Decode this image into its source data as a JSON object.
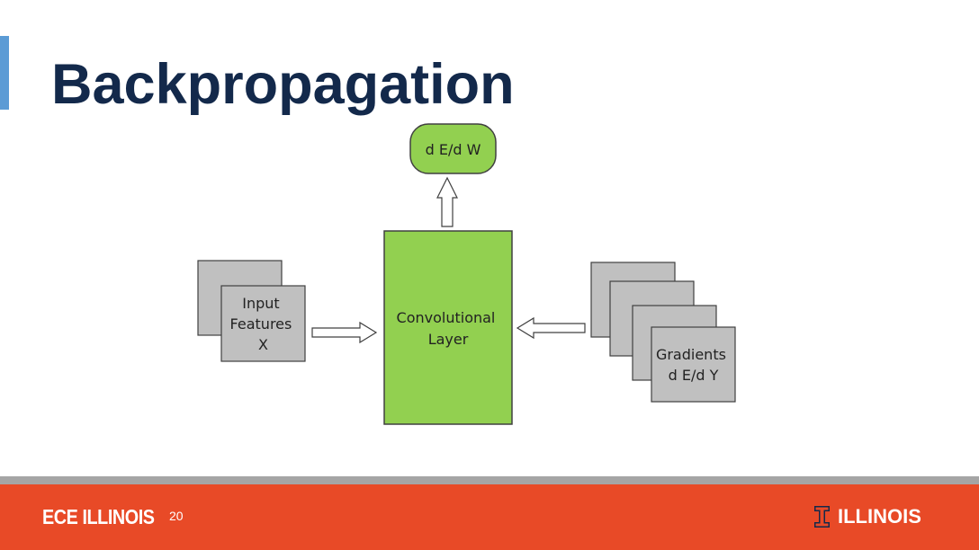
{
  "slide": {
    "title": "Backpropagation",
    "page_number": "20"
  },
  "diagram": {
    "output_node": {
      "label": "d E/d W"
    },
    "layer_node": {
      "label_lines": [
        "Convolutional",
        "Layer"
      ]
    },
    "input_node": {
      "label_lines": [
        "Input",
        "Features",
        "X"
      ]
    },
    "gradient_node": {
      "label_lines": [
        "Gradients",
        "d E/d Y"
      ]
    },
    "colors": {
      "layer_fill": "#92d050",
      "output_fill": "#92d050",
      "card_fill": "#c0c0c0",
      "stroke": "#404040"
    }
  },
  "footer": {
    "left_logo": "ECE ILLINOIS",
    "right_logo": "ILLINOIS",
    "left_logo_text": "ECE ILLINOIS",
    "right_logo_text": "ILLINOIS",
    "bar_color": "#e84a27",
    "divider_color": "#a5a5a5",
    "right_logo_icon": "block-i-icon"
  }
}
